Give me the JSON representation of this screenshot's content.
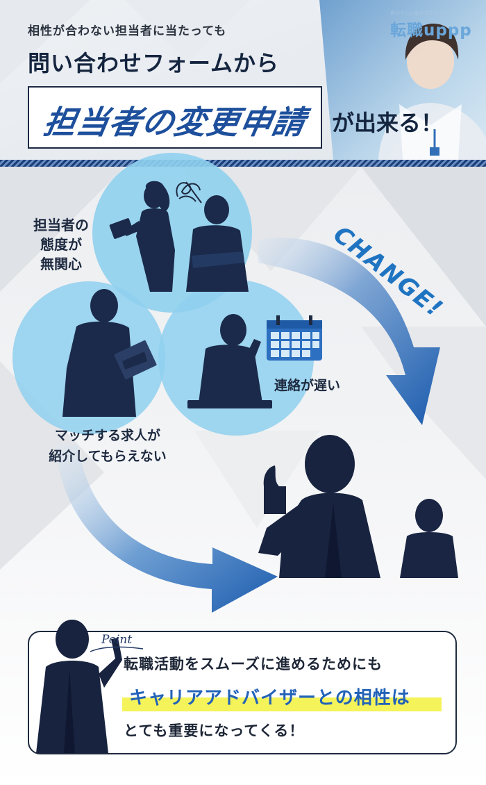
{
  "header": {
    "subtitle": "相性が合わない担当者に当たっても",
    "headline": "問い合わせフォームから",
    "highlight": "担当者の変更申請",
    "suffix": "が出来る！"
  },
  "brand": {
    "tagline": "自分らしい働き方を叶えるメディア",
    "logo": "転職uppp"
  },
  "illustration": {
    "labels": {
      "attitude": [
        "担当者の",
        "態度が",
        "無関心"
      ],
      "contact": "連絡が遅い",
      "match": [
        "マッチする求人が",
        "紹介してもらえない"
      ]
    },
    "change_text": "CHANGE!",
    "icons": [
      "scribble-icon",
      "calendar-icon",
      "arrow-icon"
    ]
  },
  "point": {
    "label": "Point",
    "line1": "転職活動をスムーズに進めるためにも",
    "line2": "キャリアアドバイザーとの相性は",
    "line3": "とても重要になってくる！"
  },
  "colors": {
    "navy": "#15253f",
    "accent_blue": "#1d4f9c",
    "circle_blue": "#8fd0ee",
    "highlight_yellow": "#f4f35a"
  }
}
